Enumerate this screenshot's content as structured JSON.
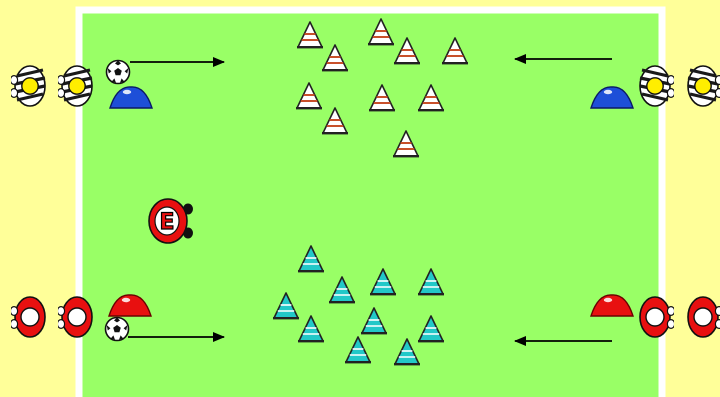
{
  "colors": {
    "background": "#ffff99",
    "pitch_fill": "#99ff66",
    "pitch_border": "#ffffff",
    "marker_blue": "#1d4fd8",
    "marker_red": "#e81010",
    "cone_orange_stripe": "#c8502a",
    "cone_cyan_fill": "#22c8c8",
    "arrow": "#000000",
    "player_stripe": "#1a1a1a",
    "player_yellow_head": "#ffee00",
    "player_red": "#e81010",
    "player_white_head": "#ffffff",
    "coach_red": "#e81010"
  },
  "icons": {
    "cone_orange": "training-cone-orange-white",
    "cone_cyan": "training-cone-cyan",
    "player_striped": "player-topdown-striped-yellow",
    "player_red": "player-topdown-red",
    "ball": "soccer-ball",
    "marker": "flat-disc-marker",
    "coach": "coach-topdown"
  },
  "coach": {
    "label": "E"
  }
}
